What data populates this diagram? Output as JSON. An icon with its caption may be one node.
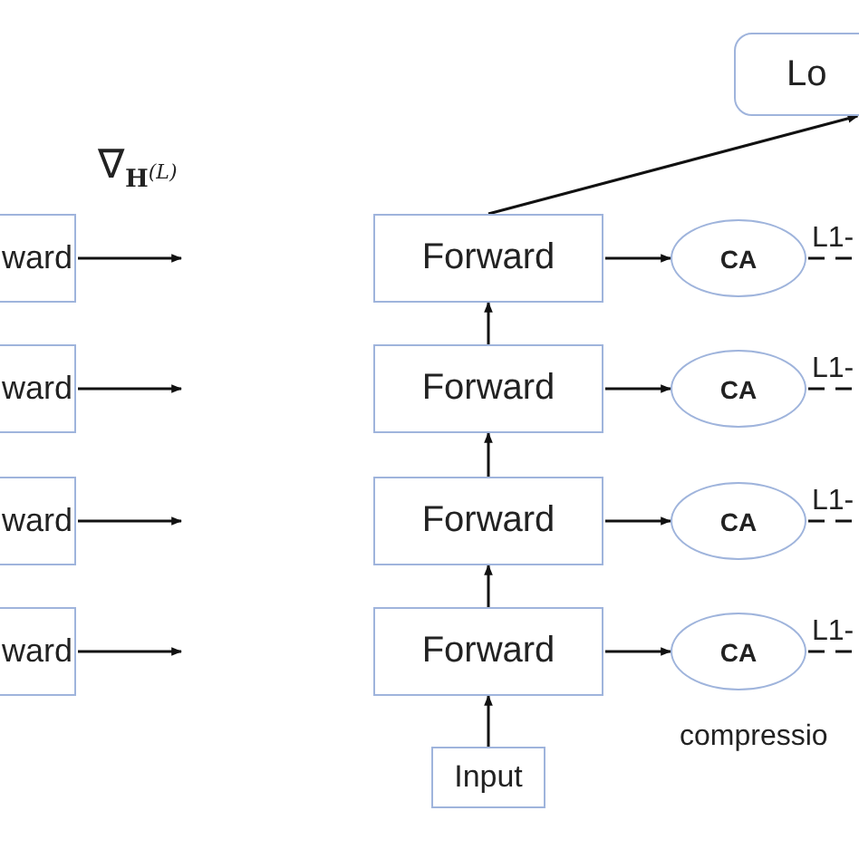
{
  "diagram": {
    "nodes": [
      {
        "text": [
          "Lo"
        ]
      },
      {
        "text": [
          "ward"
        ]
      },
      {
        "text": [
          "Forward"
        ]
      },
      {
        "text": [
          "CA"
        ]
      },
      {
        "text": [
          "ward"
        ]
      },
      {
        "text": [
          "Forward"
        ]
      },
      {
        "text": [
          "CA"
        ]
      },
      {
        "text": [
          "ward"
        ]
      },
      {
        "text": [
          "Forward"
        ]
      },
      {
        "text": [
          "CA"
        ]
      },
      {
        "text": [
          "ward"
        ]
      },
      {
        "text": [
          "Forward"
        ]
      },
      {
        "text": [
          "CA"
        ]
      },
      {
        "text": [
          "Input"
        ]
      }
    ],
    "edges": [
      {
        "from": 1,
        "to": null,
        "arrow": "to"
      },
      {
        "from": 4,
        "to": null,
        "arrow": "to"
      },
      {
        "from": 7,
        "to": null,
        "arrow": "to"
      },
      {
        "from": 10,
        "to": null,
        "arrow": "to"
      },
      {
        "from": 2,
        "to": 3,
        "arrow": "to"
      },
      {
        "from": 5,
        "to": 6,
        "arrow": "to"
      },
      {
        "from": 8,
        "to": 9,
        "arrow": "to"
      },
      {
        "from": 11,
        "to": 12,
        "arrow": "to"
      },
      {
        "from": 13,
        "to": 11,
        "arrow": "to"
      },
      {
        "from": 11,
        "to": 8,
        "arrow": "to"
      },
      {
        "from": 8,
        "to": 5,
        "arrow": "to"
      },
      {
        "from": 5,
        "to": 2,
        "arrow": "to"
      },
      {
        "from": 2,
        "to": 0,
        "arrow": "to"
      },
      {
        "from": 3,
        "to": null,
        "arrow": "none",
        "style": "dashed",
        "label": "L1-"
      },
      {
        "from": 6,
        "to": null,
        "arrow": "none",
        "style": "dashed",
        "label": "L1-"
      },
      {
        "from": 9,
        "to": null,
        "arrow": "none",
        "style": "dashed",
        "label": "L1-"
      },
      {
        "from": 12,
        "to": null,
        "arrow": "none",
        "style": "dashed",
        "label": "L1-"
      }
    ],
    "labels": [
      "∇$_{H}$$^{(L)}$",
      "compressio"
    ]
  }
}
